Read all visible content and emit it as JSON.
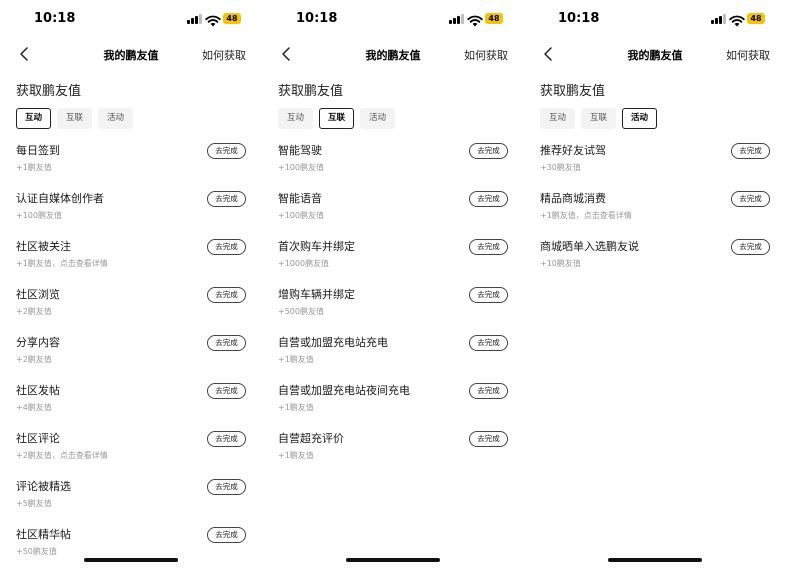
{
  "status_bar": {
    "time": "10:18",
    "battery": "48"
  },
  "nav": {
    "title": "我的鹏友值",
    "action": "如何获取"
  },
  "section_title": "获取鹏友值",
  "tabs": [
    "互动",
    "互联",
    "活动"
  ],
  "button_label": "去完成",
  "screens": [
    {
      "active_tab": "互动",
      "items": [
        {
          "title": "每日签到",
          "sub": "+1鹏友值"
        },
        {
          "title": "认证自媒体创作者",
          "sub": "+100鹏友值"
        },
        {
          "title": "社区被关注",
          "sub": "+1鹏友值，点击查看详情"
        },
        {
          "title": "社区浏览",
          "sub": "+2鹏友值"
        },
        {
          "title": "分享内容",
          "sub": "+2鹏友值"
        },
        {
          "title": "社区发帖",
          "sub": "+4鹏友值"
        },
        {
          "title": "社区评论",
          "sub": "+2鹏友值，点击查看详情"
        },
        {
          "title": "评论被精选",
          "sub": "+5鹏友值"
        },
        {
          "title": "社区精华帖",
          "sub": "+50鹏友值"
        }
      ]
    },
    {
      "active_tab": "互联",
      "items": [
        {
          "title": "智能驾驶",
          "sub": "+100鹏友值"
        },
        {
          "title": "智能语音",
          "sub": "+100鹏友值"
        },
        {
          "title": "首次购车并绑定",
          "sub": "+1000鹏友值"
        },
        {
          "title": "增购车辆并绑定",
          "sub": "+500鹏友值"
        },
        {
          "title": "自营或加盟充电站充电",
          "sub": "+1鹏友值"
        },
        {
          "title": "自营或加盟充电站夜间充电",
          "sub": "+1鹏友值"
        },
        {
          "title": "自营超充评价",
          "sub": "+1鹏友值"
        }
      ]
    },
    {
      "active_tab": "活动",
      "items": [
        {
          "title": "推荐好友试驾",
          "sub": "+30鹏友值"
        },
        {
          "title": "精品商城消费",
          "sub": "+1鹏友值，点击查看详情"
        },
        {
          "title": "商城晒单入选鹏友说",
          "sub": "+10鹏友值"
        }
      ]
    }
  ]
}
